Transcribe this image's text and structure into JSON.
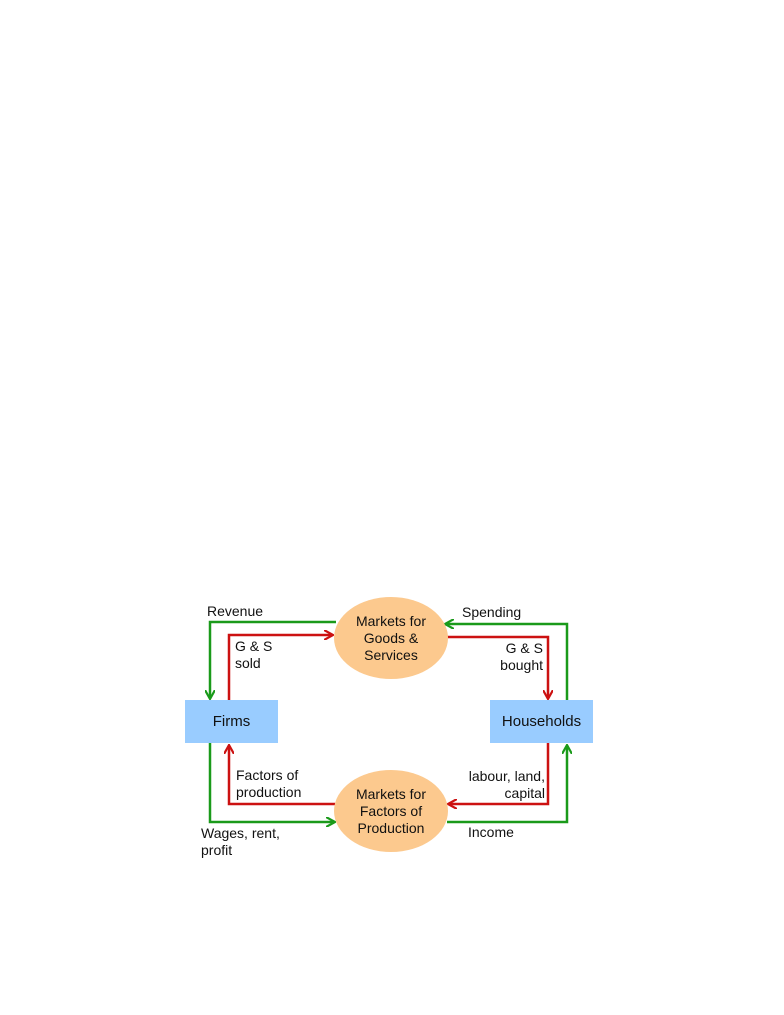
{
  "colors": {
    "money_flow": "#1a9a1a",
    "goods_flow": "#cc1111",
    "box_fill": "#99ccff",
    "oval_fill": "#fcc98e"
  },
  "nodes": {
    "firms": "Firms",
    "households": "Households",
    "goods_market": "Markets for\nGoods &\nServices",
    "factor_market": "Markets for\nFactors of\nProduction"
  },
  "labels": {
    "revenue": "Revenue",
    "gs_sold": "G & S\nsold",
    "spending": "Spending",
    "gs_bought": "G & S\nbought",
    "factors_of_production": "Factors of\nproduction",
    "labour_land_capital": "labour, land,\ncapital",
    "wages_rent_profit": "Wages, rent,\nprofit",
    "income": "Income"
  }
}
